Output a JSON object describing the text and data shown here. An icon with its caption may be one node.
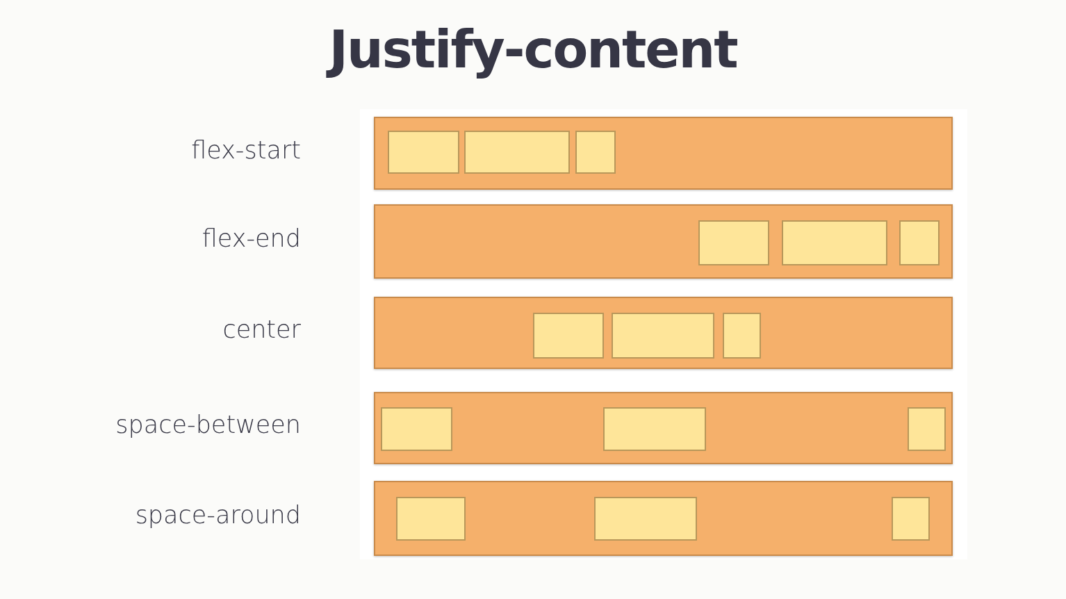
{
  "diagram": {
    "title": "Justify-content",
    "labels": [
      "flex-start",
      "flex-end",
      "center",
      "space-between",
      "space-around"
    ]
  }
}
